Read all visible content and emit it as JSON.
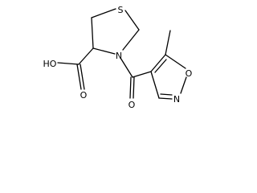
{
  "molecule": {
    "atoms": {
      "sulfur": "S",
      "ring_nitrogen": "N",
      "isoxazole_oxygen": "O",
      "isoxazole_nitrogen": "N",
      "acid_hydroxyl": "HO",
      "acid_carbonyl_oxygen": "O",
      "amide_carbonyl_oxygen": "O"
    }
  }
}
